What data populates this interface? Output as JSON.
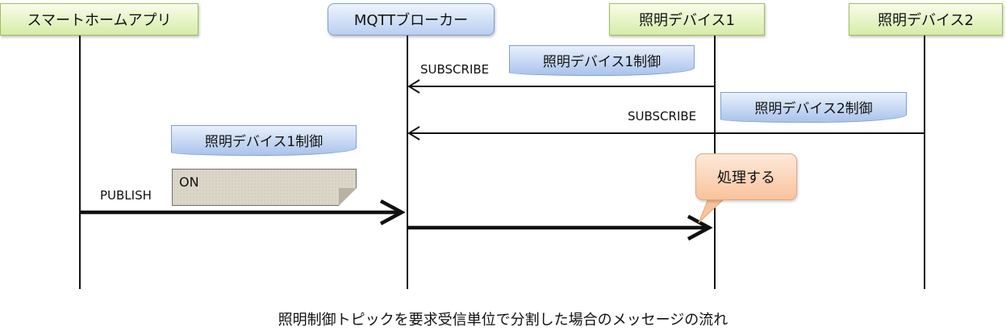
{
  "actors": {
    "app": "スマートホームアプリ",
    "broker": "MQTTブローカー",
    "device1": "照明デバイス1",
    "device2": "照明デバイス2"
  },
  "messages": {
    "subscribe1_label": "SUBSCRIBE",
    "subscribe1_topic": "照明デバイス1制御",
    "subscribe2_label": "SUBSCRIBE",
    "subscribe2_topic": "照明デバイス2制御",
    "publish_label": "PUBLISH",
    "publish_topic": "照明デバイス1制御",
    "publish_payload": "ON"
  },
  "callout": {
    "text": "処理する"
  },
  "caption": "照明制御トピックを要求受信単位で分割した場合のメッセージの流れ",
  "colors": {
    "actor_green": "#d6eca8",
    "actor_blue": "#b9cff0",
    "topic_blue": "#a9c3ec",
    "payload_beige": "#dcd6c8",
    "callout_orange": "#f8c39c"
  }
}
